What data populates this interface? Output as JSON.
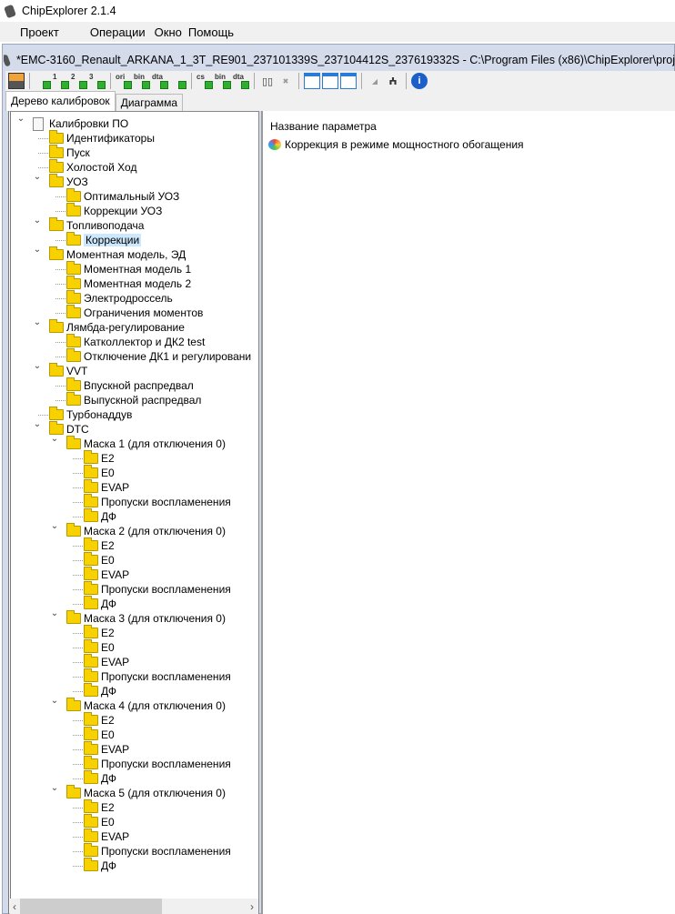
{
  "app": {
    "title": "ChipExplorer 2.1.4"
  },
  "menu": [
    "Проект",
    "Операции",
    "Окно",
    "Помощь"
  ],
  "document": {
    "title": "*EMC-3160_Renault_ARKANA_1_3T_RE901_237101339S_237104412S_237619332S - C:\\Program Files (x86)\\ChipExplorer\\proj"
  },
  "toolbar": [
    {
      "icon": "save-icon",
      "label": ""
    },
    {
      "sep": true
    },
    {
      "icon": "open-project-icon",
      "label": ""
    },
    {
      "icon": "add-1-icon",
      "label": "1"
    },
    {
      "icon": "add-2-icon",
      "label": "2"
    },
    {
      "icon": "add-3-icon",
      "label": "3"
    },
    {
      "sep": true
    },
    {
      "icon": "import-ori-icon",
      "label": "ori"
    },
    {
      "icon": "import-bin-icon",
      "label": "bin"
    },
    {
      "icon": "import-dta-icon",
      "label": "dta"
    },
    {
      "icon": "import-device-icon",
      "label": ""
    },
    {
      "sep": true
    },
    {
      "icon": "export-cs-icon",
      "label": "cs"
    },
    {
      "icon": "export-bin-icon",
      "label": "bin"
    },
    {
      "icon": "export-dta-icon",
      "label": "dta"
    },
    {
      "sep": true
    },
    {
      "icon": "compare-icon",
      "label": ""
    },
    {
      "icon": "disabled-icon",
      "label": ""
    },
    {
      "sep": true
    },
    {
      "icon": "table-icon",
      "label": ""
    },
    {
      "icon": "table-import-icon",
      "label": ""
    },
    {
      "icon": "table-export-icon",
      "label": ""
    },
    {
      "sep": true
    },
    {
      "icon": "triangle-icon",
      "label": ""
    },
    {
      "icon": "binoculars-icon",
      "label": ""
    },
    {
      "sep": true
    },
    {
      "icon": "info-icon",
      "label": "i"
    }
  ],
  "tabs": [
    "Дерево калибровок",
    "Диаграмма"
  ],
  "tree": [
    {
      "l": 0,
      "t": "Калибровки ПО",
      "doc": true,
      "exp": true
    },
    {
      "l": 1,
      "t": "Идентификаторы"
    },
    {
      "l": 1,
      "t": "Пуск"
    },
    {
      "l": 1,
      "t": "Холостой Ход"
    },
    {
      "l": 1,
      "t": "УОЗ",
      "exp": true
    },
    {
      "l": 2,
      "t": "Оптимальный УОЗ"
    },
    {
      "l": 2,
      "t": "Коррекции УОЗ"
    },
    {
      "l": 1,
      "t": "Топливоподача",
      "exp": true
    },
    {
      "l": 2,
      "t": "Коррекции",
      "sel": true
    },
    {
      "l": 1,
      "t": "Моментная модель, ЭД",
      "exp": true
    },
    {
      "l": 2,
      "t": "Моментная модель 1"
    },
    {
      "l": 2,
      "t": "Моментная модель 2"
    },
    {
      "l": 2,
      "t": "Электродроссель"
    },
    {
      "l": 2,
      "t": "Ограничения моментов"
    },
    {
      "l": 1,
      "t": "Лямбда-регулирование",
      "exp": true
    },
    {
      "l": 2,
      "t": "Катколлектор и ДК2 test"
    },
    {
      "l": 2,
      "t": "Отключение ДК1 и регулировани"
    },
    {
      "l": 1,
      "t": "VVT",
      "exp": true
    },
    {
      "l": 2,
      "t": "Впускной распредвал"
    },
    {
      "l": 2,
      "t": "Выпускной распредвал"
    },
    {
      "l": 1,
      "t": "Турбонаддув"
    },
    {
      "l": 1,
      "t": "DTC",
      "exp": true
    },
    {
      "l": 2,
      "t": "Маска 1 (для отключения 0)",
      "exp": true
    },
    {
      "l": 3,
      "t": "E2"
    },
    {
      "l": 3,
      "t": "E0"
    },
    {
      "l": 3,
      "t": "EVAP"
    },
    {
      "l": 3,
      "t": "Пропуски воспламенения"
    },
    {
      "l": 3,
      "t": "ДФ"
    },
    {
      "l": 2,
      "t": "Маска 2 (для отключения 0)",
      "exp": true
    },
    {
      "l": 3,
      "t": "E2"
    },
    {
      "l": 3,
      "t": "E0"
    },
    {
      "l": 3,
      "t": "EVAP"
    },
    {
      "l": 3,
      "t": "Пропуски воспламенения"
    },
    {
      "l": 3,
      "t": "ДФ"
    },
    {
      "l": 2,
      "t": "Маска 3 (для отключения 0)",
      "exp": true
    },
    {
      "l": 3,
      "t": "E2"
    },
    {
      "l": 3,
      "t": "E0"
    },
    {
      "l": 3,
      "t": "EVAP"
    },
    {
      "l": 3,
      "t": "Пропуски воспламенения"
    },
    {
      "l": 3,
      "t": "ДФ"
    },
    {
      "l": 2,
      "t": "Маска 4 (для отключения 0)",
      "exp": true
    },
    {
      "l": 3,
      "t": "E2"
    },
    {
      "l": 3,
      "t": "E0"
    },
    {
      "l": 3,
      "t": "EVAP"
    },
    {
      "l": 3,
      "t": "Пропуски воспламенения"
    },
    {
      "l": 3,
      "t": "ДФ"
    },
    {
      "l": 2,
      "t": "Маска 5 (для отключения 0)",
      "exp": true
    },
    {
      "l": 3,
      "t": "E2"
    },
    {
      "l": 3,
      "t": "E0"
    },
    {
      "l": 3,
      "t": "EVAP"
    },
    {
      "l": 3,
      "t": "Пропуски воспламенения"
    },
    {
      "l": 3,
      "t": "ДФ"
    }
  ],
  "right": {
    "header": "Название параметра",
    "items": [
      "Коррекция в режиме мощностного обогащения"
    ]
  },
  "scroll": {
    "left_arrow": "‹",
    "right_arrow": "›"
  }
}
